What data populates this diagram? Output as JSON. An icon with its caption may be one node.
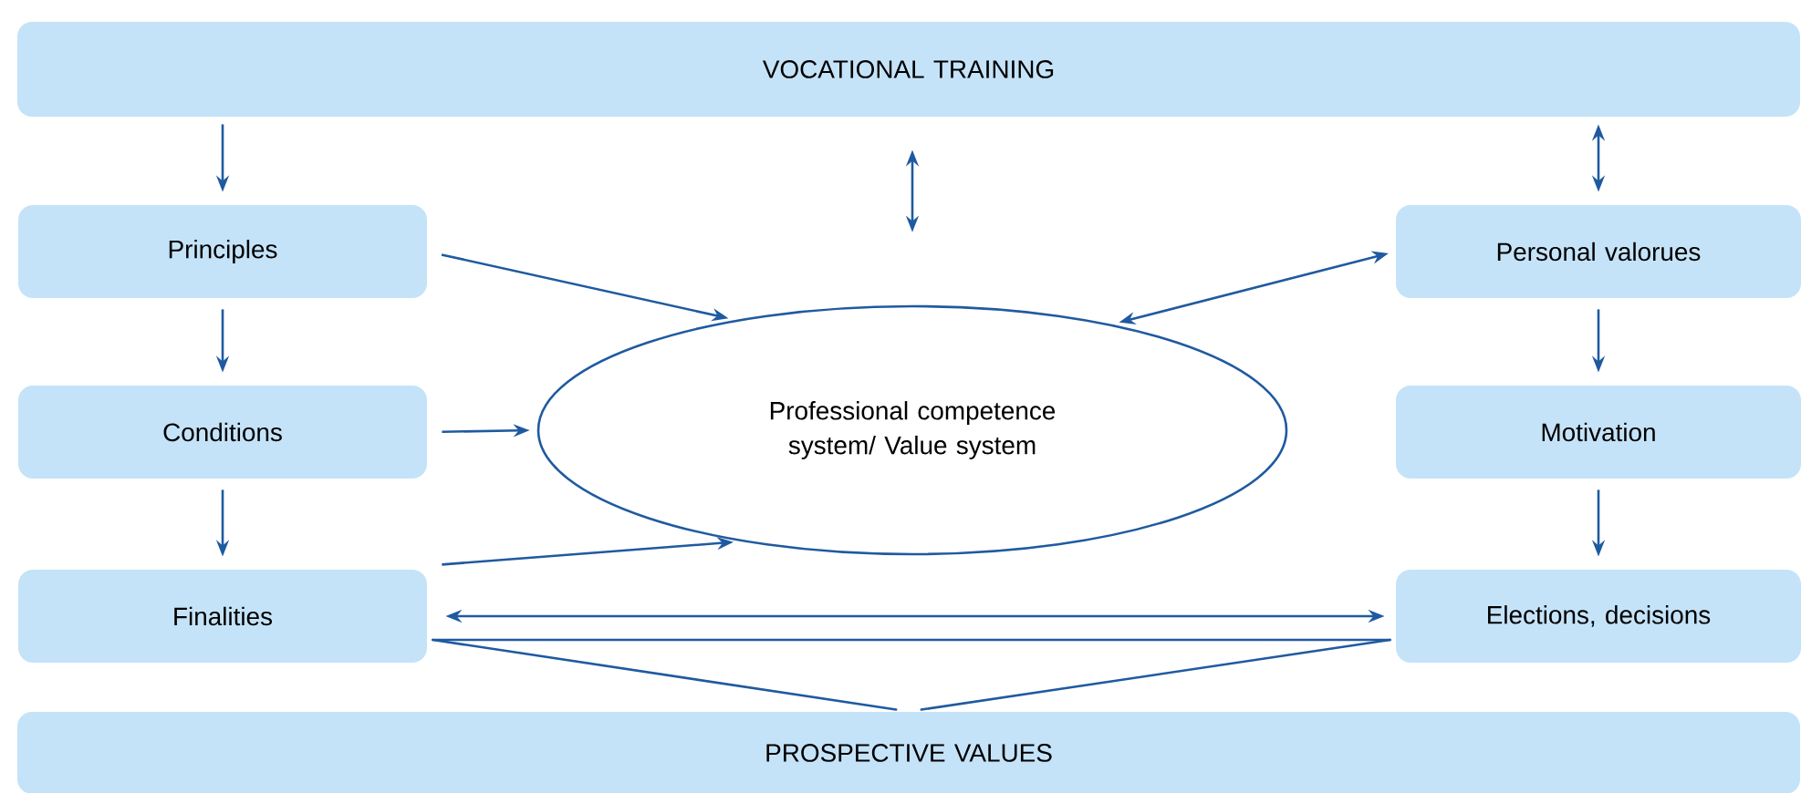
{
  "diagram": {
    "nodes": [
      {
        "text": [
          "VOCATIONAL TRAINING"
        ]
      },
      {
        "text": [
          "Principles"
        ]
      },
      {
        "text": [
          "Conditions"
        ]
      },
      {
        "text": [
          "Finalities"
        ]
      },
      {
        "text": [
          "Professional competence system/ Value system"
        ]
      },
      {
        "text": [
          "Personal valorues"
        ]
      },
      {
        "text": [
          "Motivation"
        ]
      },
      {
        "text": [
          "Elections, decisions"
        ]
      },
      {
        "text": [
          "PROSPECTIVE VALUES"
        ]
      }
    ],
    "edges": [
      {
        "from": 0,
        "to": 1,
        "arrow": "to"
      },
      {
        "from": 1,
        "to": 2,
        "arrow": "to"
      },
      {
        "from": 2,
        "to": 3,
        "arrow": "to"
      },
      {
        "from": 0,
        "to": 4,
        "arrow": "both"
      },
      {
        "from": 0,
        "to": 5,
        "arrow": "both"
      },
      {
        "from": 5,
        "to": 6,
        "arrow": "to"
      },
      {
        "from": 6,
        "to": 7,
        "arrow": "to"
      },
      {
        "from": 1,
        "to": 4,
        "arrow": "to"
      },
      {
        "from": 2,
        "to": 4,
        "arrow": "to"
      },
      {
        "from": 3,
        "to": 4,
        "arrow": "to"
      },
      {
        "from": 4,
        "to": 5,
        "arrow": "both"
      },
      {
        "from": 3,
        "to": 7,
        "arrow": "both"
      },
      {
        "from": 3,
        "to": 8,
        "arrow": "none"
      },
      {
        "from": 7,
        "to": 8,
        "arrow": "none"
      }
    ]
  }
}
